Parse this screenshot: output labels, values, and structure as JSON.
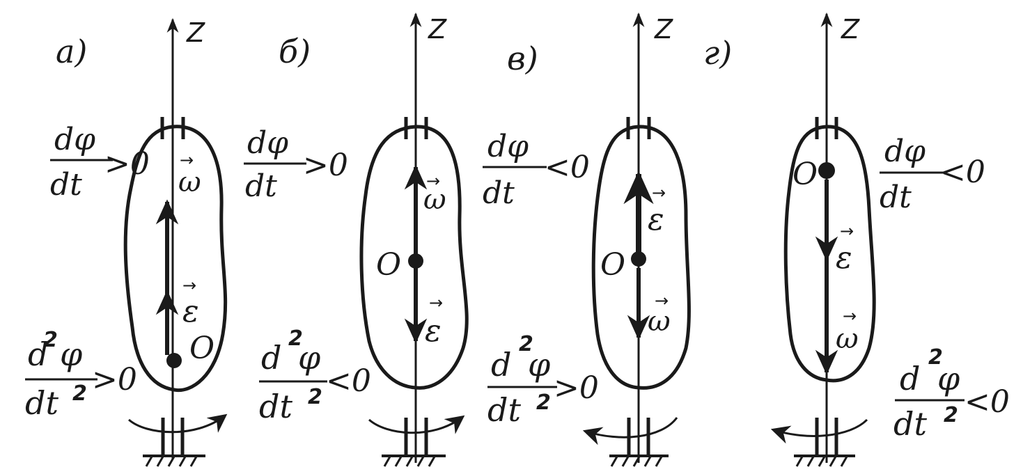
{
  "panels": [
    {
      "label": "а)",
      "axis": "Z",
      "point": "O",
      "omega_dir": "up",
      "eps_dir": "up",
      "rotation": "counterclockwise-from-above",
      "first_deriv": {
        "num": "dφ",
        "den": "dt",
        "rel": ">0"
      },
      "second_deriv": {
        "num": "d",
        "sup": "2",
        "num2": "φ",
        "den": "dt",
        "den_sup": "2",
        "rel": ">0"
      }
    },
    {
      "label": "б)",
      "axis": "Z",
      "point": "O",
      "omega_dir": "up",
      "eps_dir": "down",
      "rotation": "counterclockwise-from-above",
      "first_deriv": {
        "num": "dφ",
        "den": "dt",
        "rel": ">0"
      },
      "second_deriv": {
        "num": "d",
        "sup": "2",
        "num2": "φ",
        "den": "dt",
        "den_sup": "2",
        "rel": "<0"
      }
    },
    {
      "label": "в)",
      "axis": "Z",
      "point": "O",
      "omega_dir": "down",
      "eps_dir": "up",
      "rotation": "clockwise-from-above",
      "first_deriv": {
        "num": "dφ",
        "den": "dt",
        "rel": "<0"
      },
      "second_deriv": {
        "num": "d",
        "sup": "2",
        "num2": "φ",
        "den": "dt",
        "den_sup": "2",
        "rel": ">0"
      }
    },
    {
      "label": "г)",
      "axis": "Z",
      "point": "O",
      "omega_dir": "down",
      "eps_dir": "down",
      "rotation": "clockwise-from-above",
      "first_deriv": {
        "num": "dφ",
        "den": "dt",
        "rel": "<0"
      },
      "second_deriv": {
        "num": "d",
        "sup": "2",
        "num2": "φ",
        "den": "dt",
        "den_sup": "2",
        "rel": "<0"
      }
    }
  ],
  "symbols": {
    "omega": "ω",
    "epsilon": "ε"
  },
  "ink_color": "#1a1a1a"
}
